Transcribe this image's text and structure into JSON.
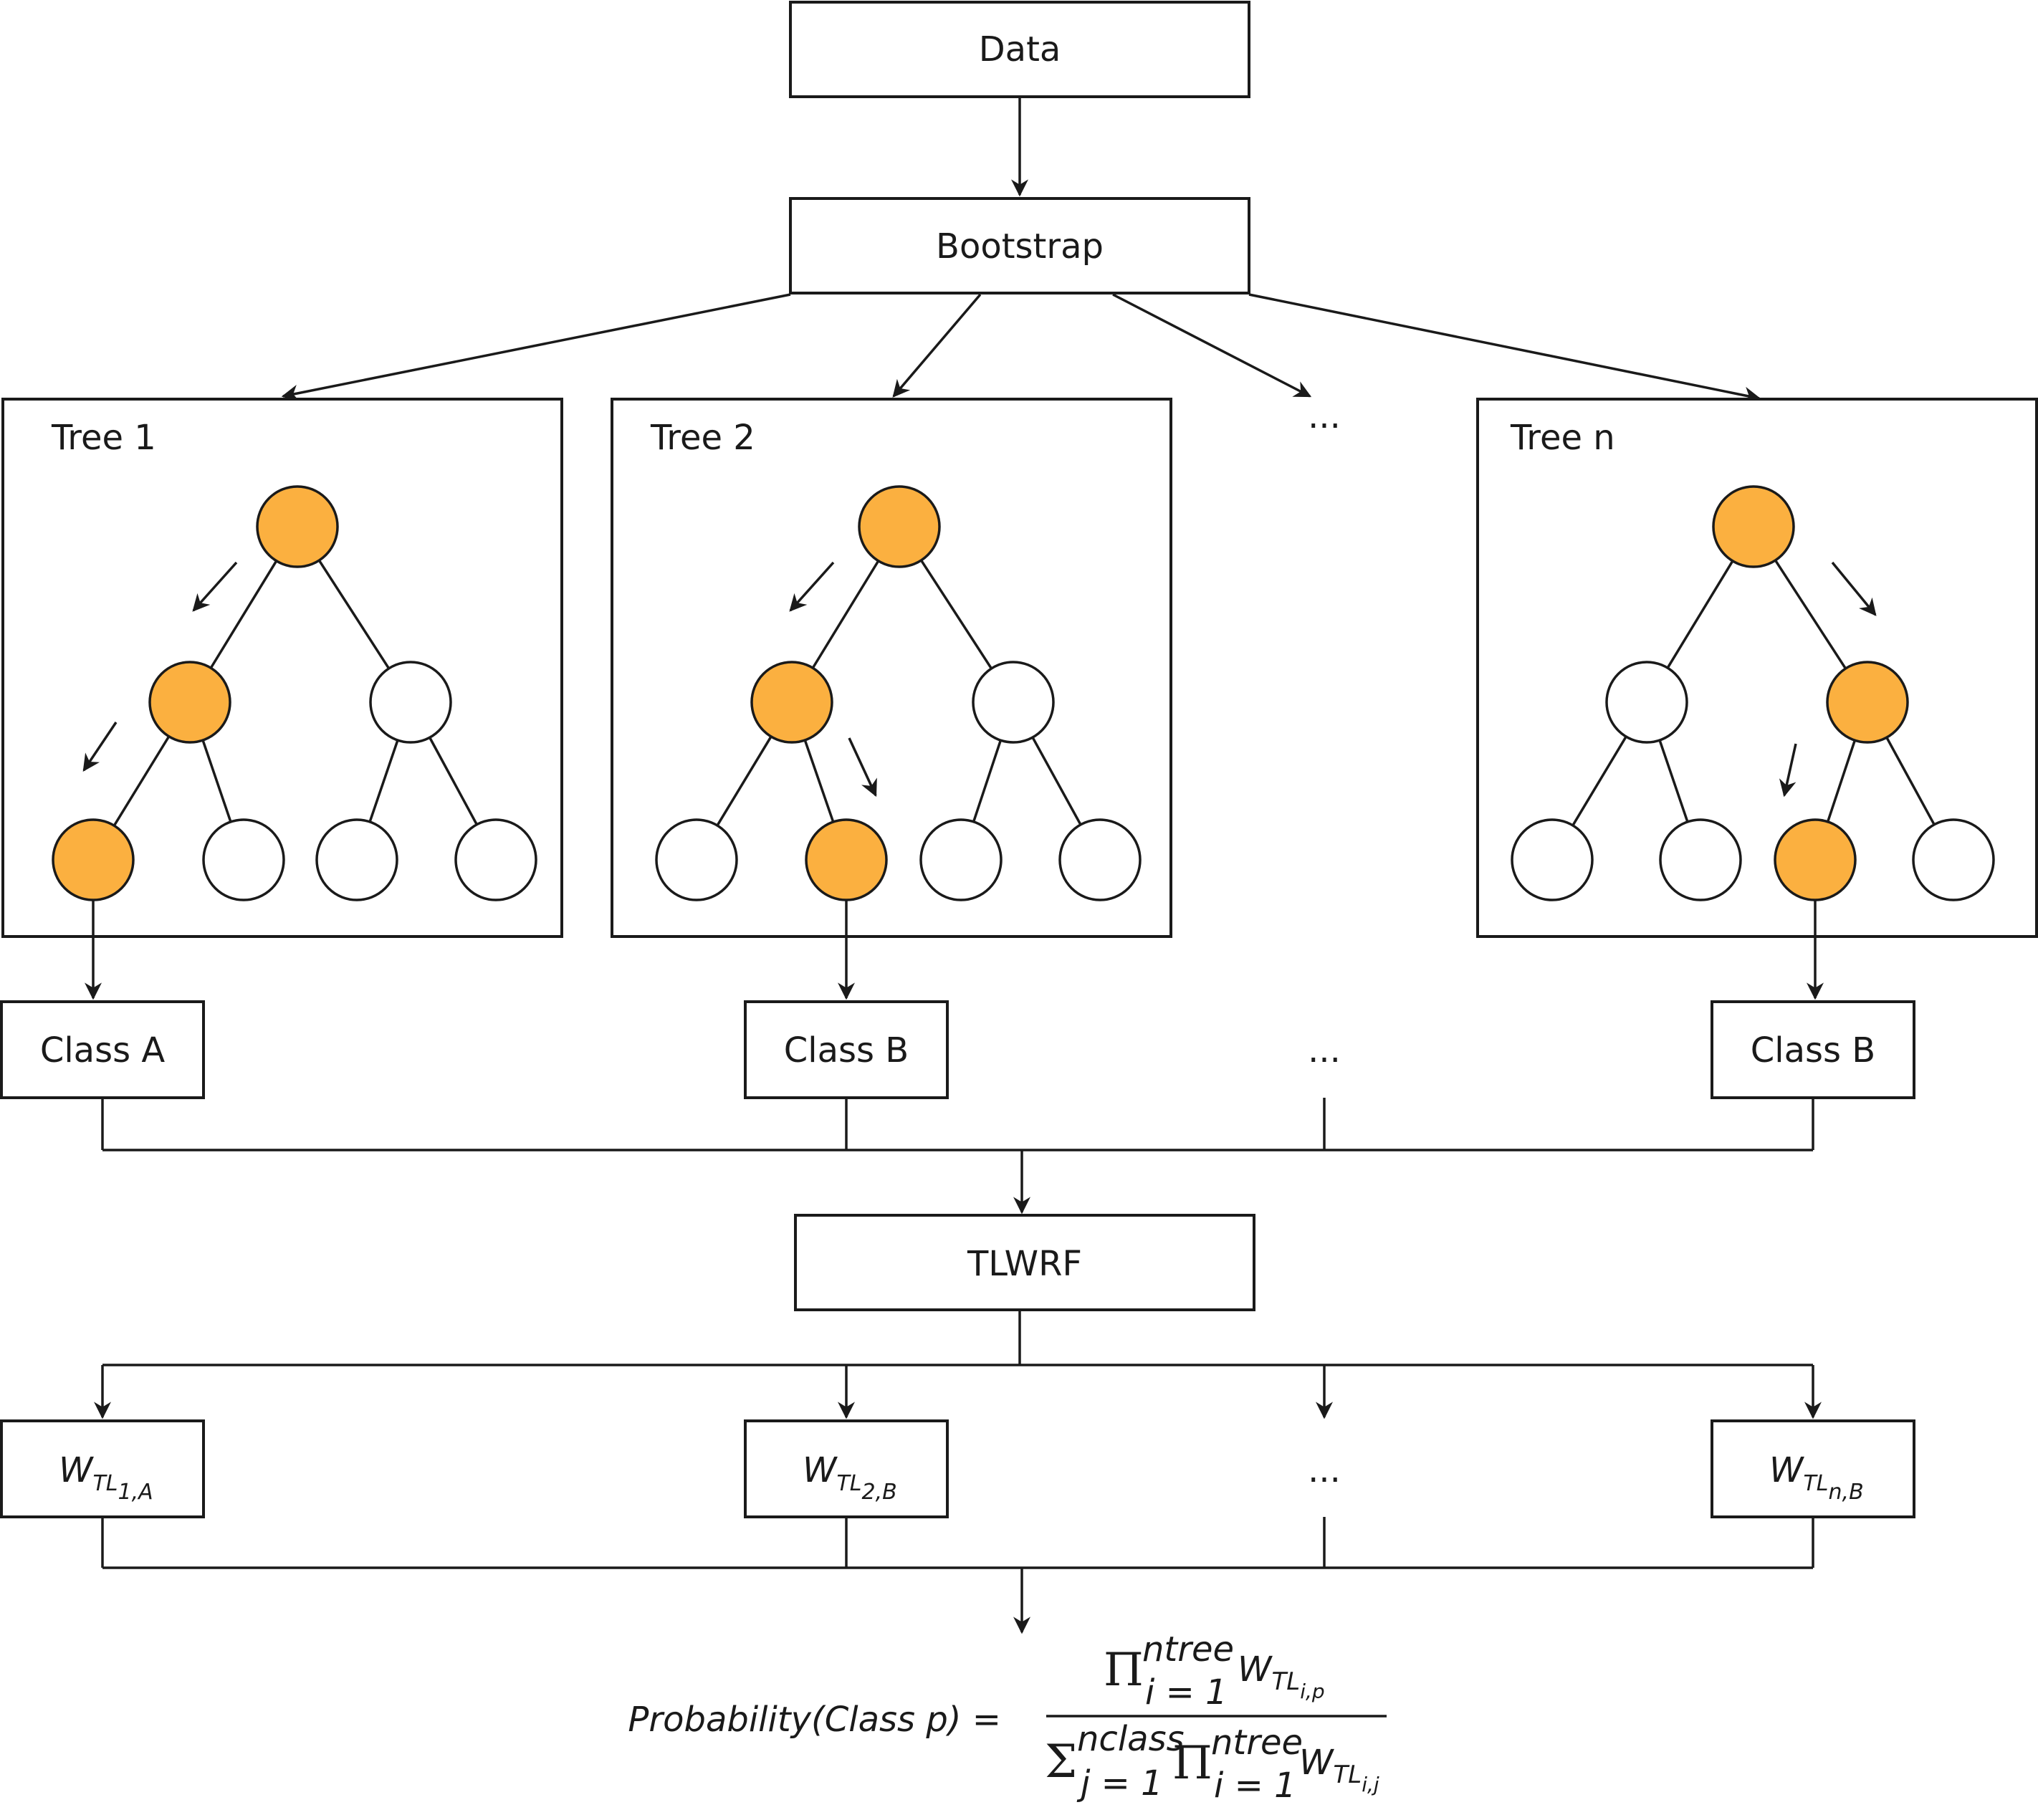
{
  "colors": {
    "active_node": "#fbb040",
    "inactive_node": "#ffffff",
    "stroke": "#1a1a1a"
  },
  "top": {
    "data_label": "Data",
    "bootstrap_label": "Bootstrap"
  },
  "ellipsis": "...",
  "trees": [
    {
      "title": "Tree 1",
      "path": [
        "root",
        "L",
        "LL"
      ],
      "class_label": "Class A",
      "weight": {
        "base": "W",
        "sub": "TL",
        "subsub": "1,A"
      }
    },
    {
      "title": "Tree 2",
      "path": [
        "root",
        "L",
        "LR"
      ],
      "class_label": "Class B",
      "weight": {
        "base": "W",
        "sub": "TL",
        "subsub": "2,B"
      }
    },
    {
      "title": "Tree n",
      "path": [
        "root",
        "R",
        "RL"
      ],
      "class_label": "Class B",
      "weight": {
        "base": "W",
        "sub": "TL",
        "subsub": "n,B"
      }
    }
  ],
  "tlwrf_label": "TLWRF",
  "formula": {
    "lhs": "Probability(Class p) =",
    "pi": "Π",
    "sigma": "Σ",
    "ntree": "ntree",
    "nclass": "nclass",
    "i_eq_1": "i = 1",
    "j_eq_1": "j = 1",
    "w": "W",
    "tl": "TL",
    "ip": "i,p",
    "ij": "i,j"
  }
}
